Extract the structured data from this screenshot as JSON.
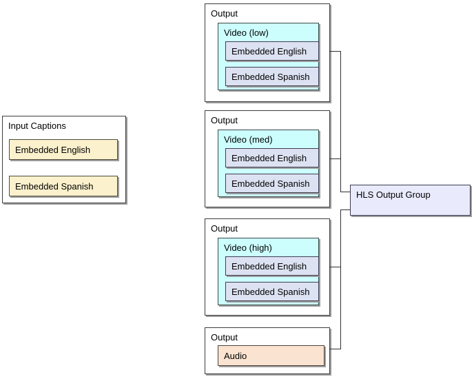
{
  "input_captions": {
    "label": "Input Captions",
    "items": [
      "Embedded English",
      "Embedded Spanish"
    ]
  },
  "outputs": [
    {
      "label": "Output",
      "video": {
        "label": "Video (low)",
        "tracks": [
          "Embedded English",
          "Embedded Spanish"
        ]
      }
    },
    {
      "label": "Output",
      "video": {
        "label": "Video (med)",
        "tracks": [
          "Embedded English",
          "Embedded Spanish"
        ]
      }
    },
    {
      "label": "Output",
      "video": {
        "label": "Video (high)",
        "tracks": [
          "Embedded English",
          "Embedded Spanish"
        ]
      }
    },
    {
      "label": "Output",
      "audio": {
        "label": "Audio"
      }
    }
  ],
  "output_group": {
    "label": "HLS Output Group"
  },
  "edges": [
    {
      "from": "output-video-low",
      "to": "hls-output-group"
    },
    {
      "from": "output-video-med",
      "to": "hls-output-group"
    },
    {
      "from": "output-video-high",
      "to": "hls-output-group"
    },
    {
      "from": "output-audio",
      "to": "hls-output-group"
    }
  ],
  "colors": {
    "caption_source_fill": "#FBF1CC",
    "video_fill": "#CCFEFE",
    "caption_track_fill": "#DCE2F2",
    "audio_fill": "#FAE4D1",
    "group_fill": "#E9EAFB",
    "box_border": "#3C3C3C",
    "shadow": "#9D9D9D",
    "line": "#2F2F2F"
  }
}
